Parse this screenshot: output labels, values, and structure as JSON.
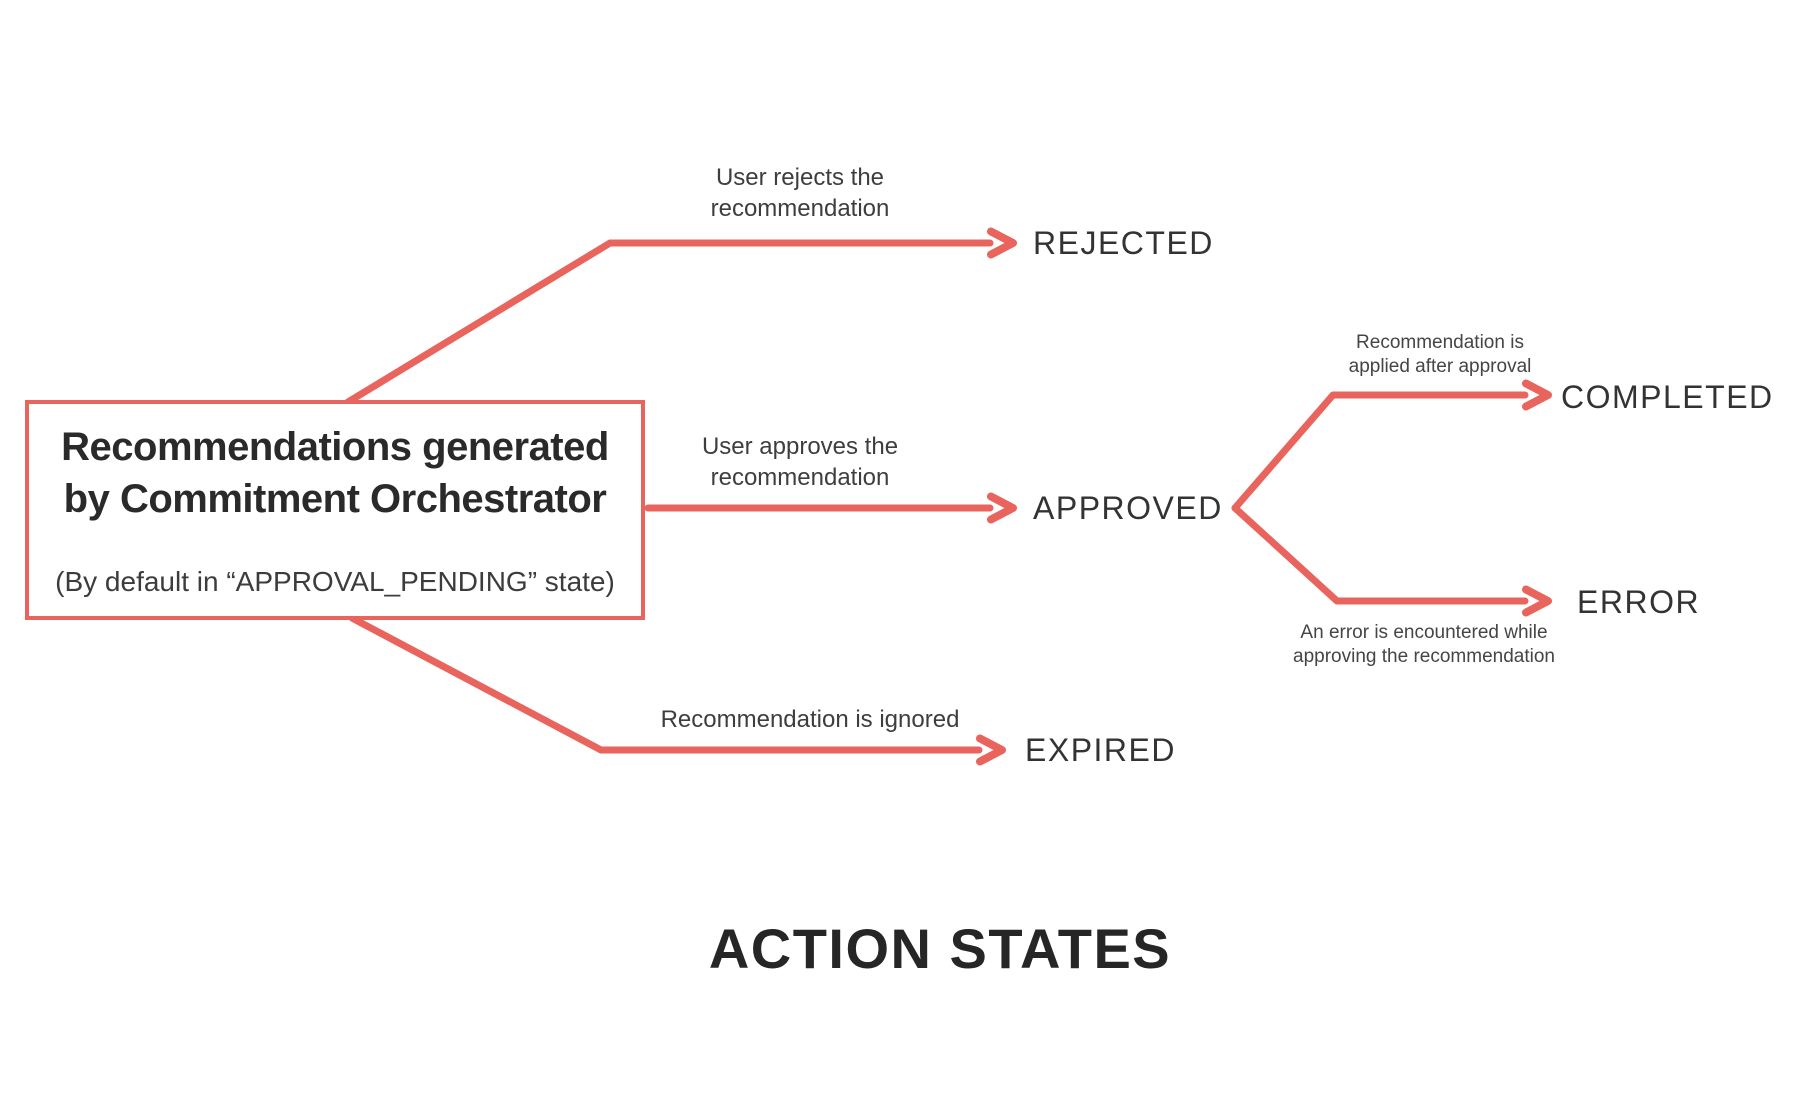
{
  "diagram_title": "ACTION STATES",
  "colors": {
    "arrow": "#e8645d",
    "box_border": "#e8645d",
    "heading_text": "#2b2a2b",
    "state_text": "#333333",
    "annotation_text": "#3e3e3e"
  },
  "source_box": {
    "title_line1": "Recommendations generated",
    "title_line2": "by Commitment Orchestrator",
    "subtitle": "(By default in “APPROVAL_PENDING” state)"
  },
  "states": {
    "rejected": {
      "label": "REJECTED"
    },
    "approved": {
      "label": "APPROVED"
    },
    "expired": {
      "label": "EXPIRED"
    },
    "completed": {
      "label": "COMPLETED"
    },
    "error": {
      "label": "ERROR"
    }
  },
  "transitions": {
    "reject": {
      "from": "APPROVAL_PENDING",
      "to": "REJECTED",
      "line1": "User rejects the",
      "line2": "recommendation"
    },
    "approve": {
      "from": "APPROVAL_PENDING",
      "to": "APPROVED",
      "line1": "User approves the",
      "line2": "recommendation"
    },
    "expire": {
      "from": "APPROVAL_PENDING",
      "to": "EXPIRED",
      "line1": "Recommendation is ignored"
    },
    "complete": {
      "from": "APPROVED",
      "to": "COMPLETED",
      "line1": "Recommendation is",
      "line2": "applied after approval"
    },
    "error": {
      "from": "APPROVED",
      "to": "ERROR",
      "line1": "An error is encountered while",
      "line2": "approving the recommendation"
    }
  }
}
